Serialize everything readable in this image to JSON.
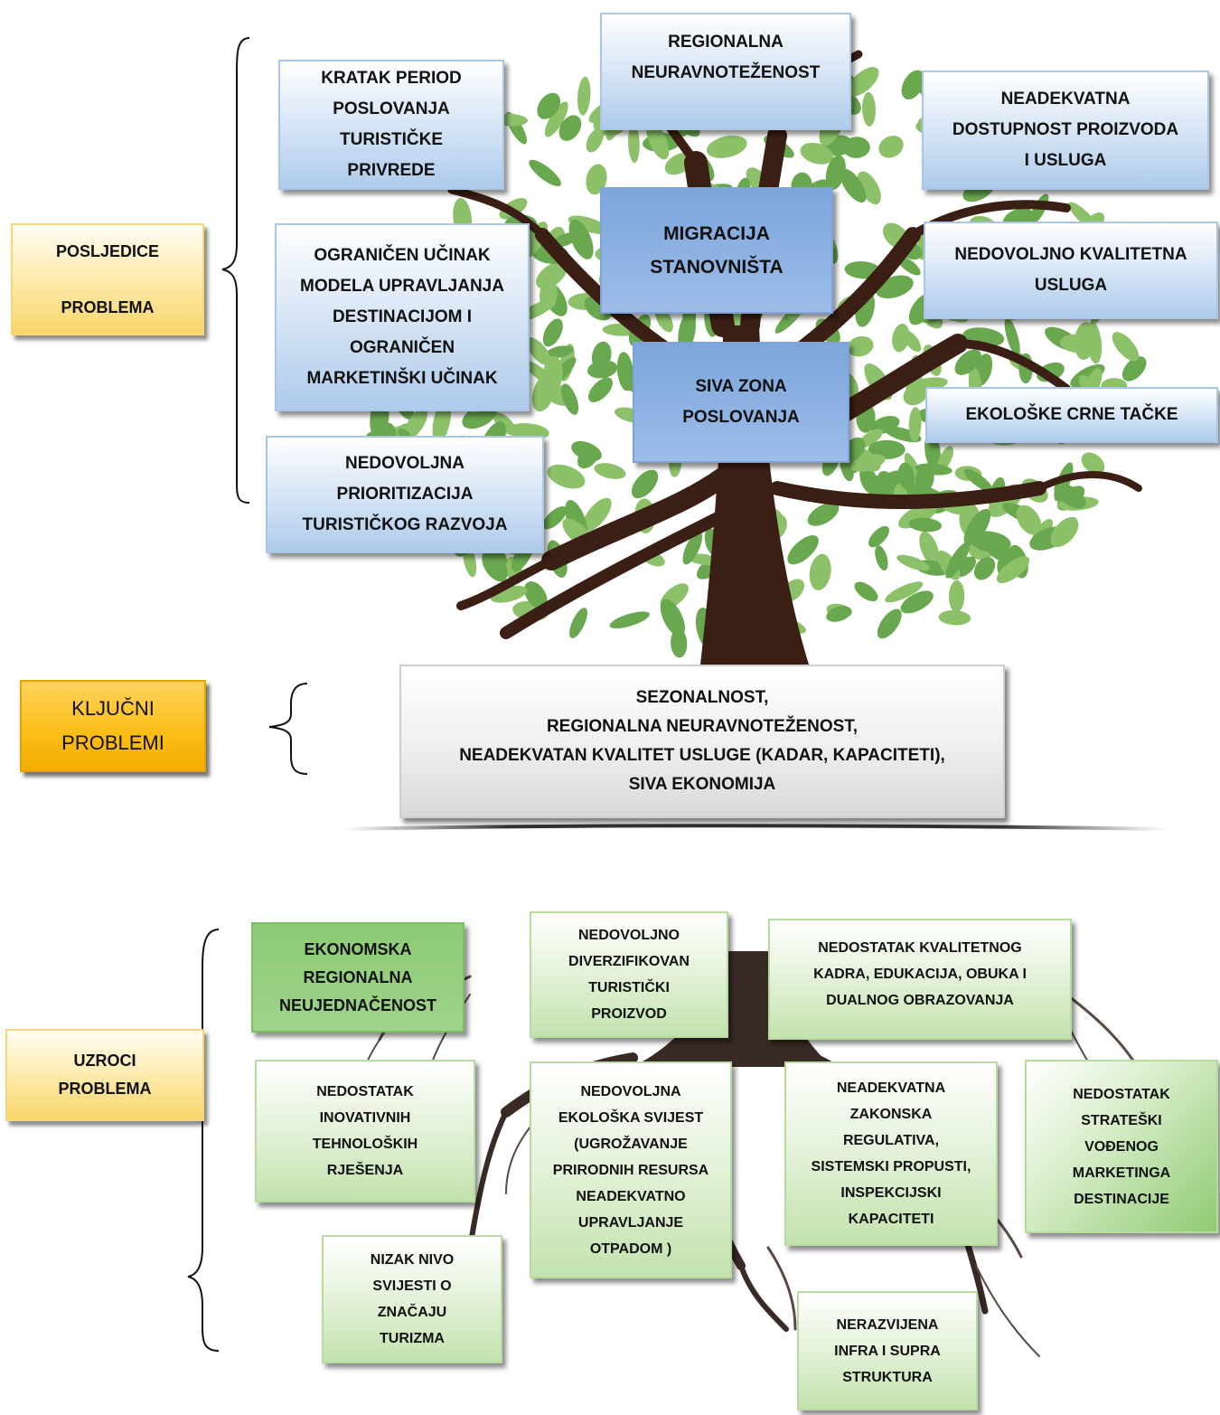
{
  "consequences": {
    "label": "POSLJEDICE\n\nPROBLEMA",
    "items": [
      "KRATAK PERIOD\nPOSLOVANJA\nTURISTIČKE\nPRIVREDE",
      "REGIONALNA\nNEURAVNOTEŽENOST",
      "NEADEKVATNA\nDOSTUPNOST PROIZVODA\nI USLUGA",
      "MIGRACIJA\nSTANOVNIŠTA",
      "OGRANIČEN UČINAK\nMODELA UPRAVLJANJA\nDESTINACIJOM I\nOGRANIČEN\nMARKETINŠKI UČINAK",
      "NEDOVOLJNO KVALITETNA\nUSLUGA",
      "SIVA ZONA\nPOSLOVANJA",
      "EKOLOŠKE CRNE TAČKE",
      "NEDOVOLJNA\nPRIORITIZACIJA\nTURISTIČKOG RAZVOJA"
    ]
  },
  "key_problems": {
    "label": "KLJUČNI\nPROBLEMI",
    "text": "SEZONALNOST,\nREGIONALNA NEURAVNOTEŽENOST,\nNEADEKVATAN KVALITET USLUGE (KADAR, KAPACITETI),\nSIVA EKONOMIJA"
  },
  "causes": {
    "label": "UZROCI\nPROBLEMA",
    "items": [
      "EKONOMSKA\nREGIONALNA\nNEUJEDNAČENOST",
      "NEDOVOLJNO\nDIVERZIFIKOVAN\nTURISTIČKI\nPROIZVOD",
      "NEDOSTATAK KVALITETNOG\nKADRA,  EDUKACIJA, OBUKA I\nDUALNOG OBRAZOVANJA",
      "NEDOSTATAK\nINOVATIVNIH\nTEHNOLOŠKIH\nRJEŠENJA",
      "NEDOVOLJNA\nEKOLOŠKA SVIJEST\n(UGROŽAVANJE\nPRIRODNIH RESURSA\nNEADEKVATNO\nUPRAVLJANJE\nOTPADOM )",
      "NEADEKVATNA\nZAKONSKA\nREGULATIVA,\nSISTEMSKI PROPUSTI,\nINSPEKCIJSKI\nKAPACITETI",
      "NEDOSTATAK\nSTRATEŠKI\nVOĐENOG\nMARKETINGA\nDESTINACIJE",
      "NIZAK NIVO\nSVIJESTI O\nZNAČAJU\nTURIZMA",
      "NERAZVIJENA\nINFRA I SUPRA\nSTRUKTURA"
    ]
  },
  "colors": {
    "trunk": "#3b1f14",
    "leaf": "#6aa84f",
    "leaf_light": "#8cc16a",
    "root": "#4a3a34"
  }
}
